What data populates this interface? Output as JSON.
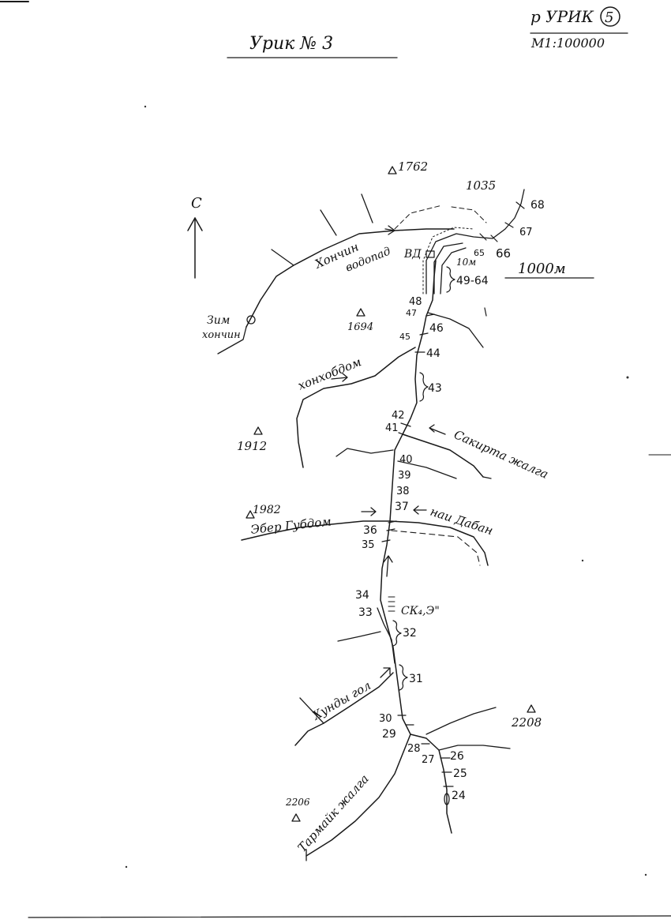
{
  "sheet": {
    "river_label": "р УРИК",
    "sheet_number": "5",
    "scale": "М1:100000"
  },
  "title": "Урик № 3",
  "north_label": "С",
  "labels": {
    "khonchin": "Хончин",
    "waterfall": "водопад",
    "vd": "ВД",
    "ten_m": "10м",
    "zim": "Зим",
    "khonchin_winter": "хончин",
    "khonkhobdom": "хонхобдом",
    "sakirta": "Сакирта жалга",
    "eber": "Эбер Губдом",
    "nai_daban": "наи Дабан",
    "sk3": "СК₄,Э\"",
    "khundy_gol": "Хунды гол",
    "tarmaik": "Тармайк жалга",
    "elev_1000": "1000м"
  },
  "peaks": {
    "p1762": "1762",
    "p1035": "1035",
    "p1694": "1694",
    "p1912": "1912",
    "p1982": "1982",
    "p2208": "2208",
    "p2206": "2206"
  },
  "markers": {
    "m68": "68",
    "m67": "67",
    "m66": "66",
    "m65": "65",
    "m49_64": "49-64",
    "m48": "48",
    "m47": "47",
    "m46": "46",
    "m45": "45",
    "m44": "44",
    "m43": "43",
    "m42": "42",
    "m41": "41",
    "m40": "40",
    "m39": "39",
    "m38": "38",
    "m37": "37",
    "m36": "36",
    "m35": "35",
    "m34": "34",
    "m33": "33",
    "m32": "32",
    "m31": "31",
    "m30": "30",
    "m29": "29",
    "m28": "28",
    "m27": "27",
    "m26": "26",
    "m25": "25",
    "m24": "24"
  }
}
